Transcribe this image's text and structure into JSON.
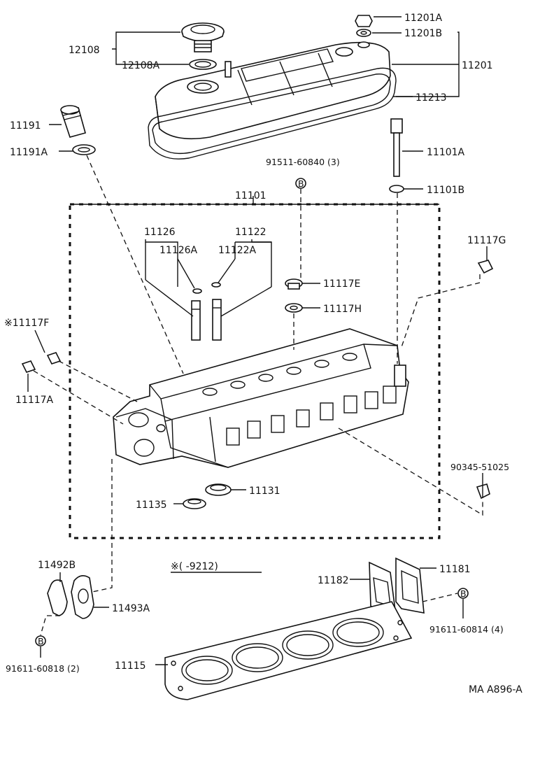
{
  "labels": {
    "p12108": "12108",
    "p12108A": "12108A",
    "p11201A": "11201A",
    "p11201B": "11201B",
    "p11201": "11201",
    "p11213": "11213",
    "p11191": "11191",
    "p11191A": "11191A",
    "p11101A": "11101A",
    "p11101B": "11101B",
    "p91511": "91511-60840 (3)",
    "p11101": "11101",
    "p11126": "11126",
    "p11126A": "11126A",
    "p11122": "11122",
    "p11122A": "11122A",
    "p11117G": "11117G",
    "p11117E": "11117E",
    "p11117H": "11117H",
    "p11117F": "※11117F",
    "p11117A": "11117A",
    "p90345": "90345-51025",
    "p11131": "11131",
    "p11135": "11135",
    "p11492B": "11492B",
    "p11493A": "11493A",
    "p91611_818": "91611-60818 (2)",
    "note": "※(     -9212)",
    "p11182": "11182",
    "p11181": "11181",
    "p91611_814": "91611-60814 (4)",
    "p11115": "11115",
    "ref": "MA A896-A",
    "bmark": "B"
  }
}
